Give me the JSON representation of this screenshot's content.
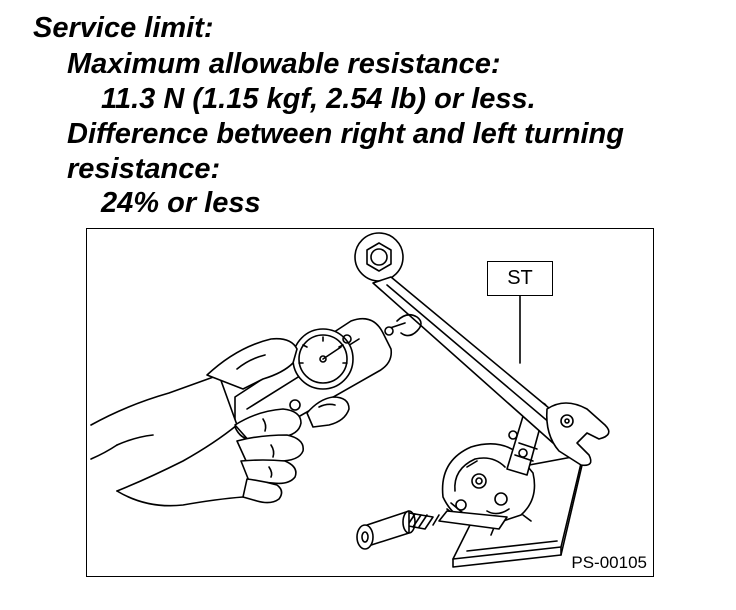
{
  "spec": {
    "heading": "Service limit:",
    "max_label": "Maximum allowable resistance:",
    "max_value": "11.3 N (1.15 kgf, 2.54 lb) or less.",
    "diff_label_line1": "Difference between right and left turning",
    "diff_label_line2": "resistance:",
    "diff_value": "24% or less"
  },
  "figure": {
    "callout_label": "ST",
    "figure_code": "PS-00105"
  }
}
